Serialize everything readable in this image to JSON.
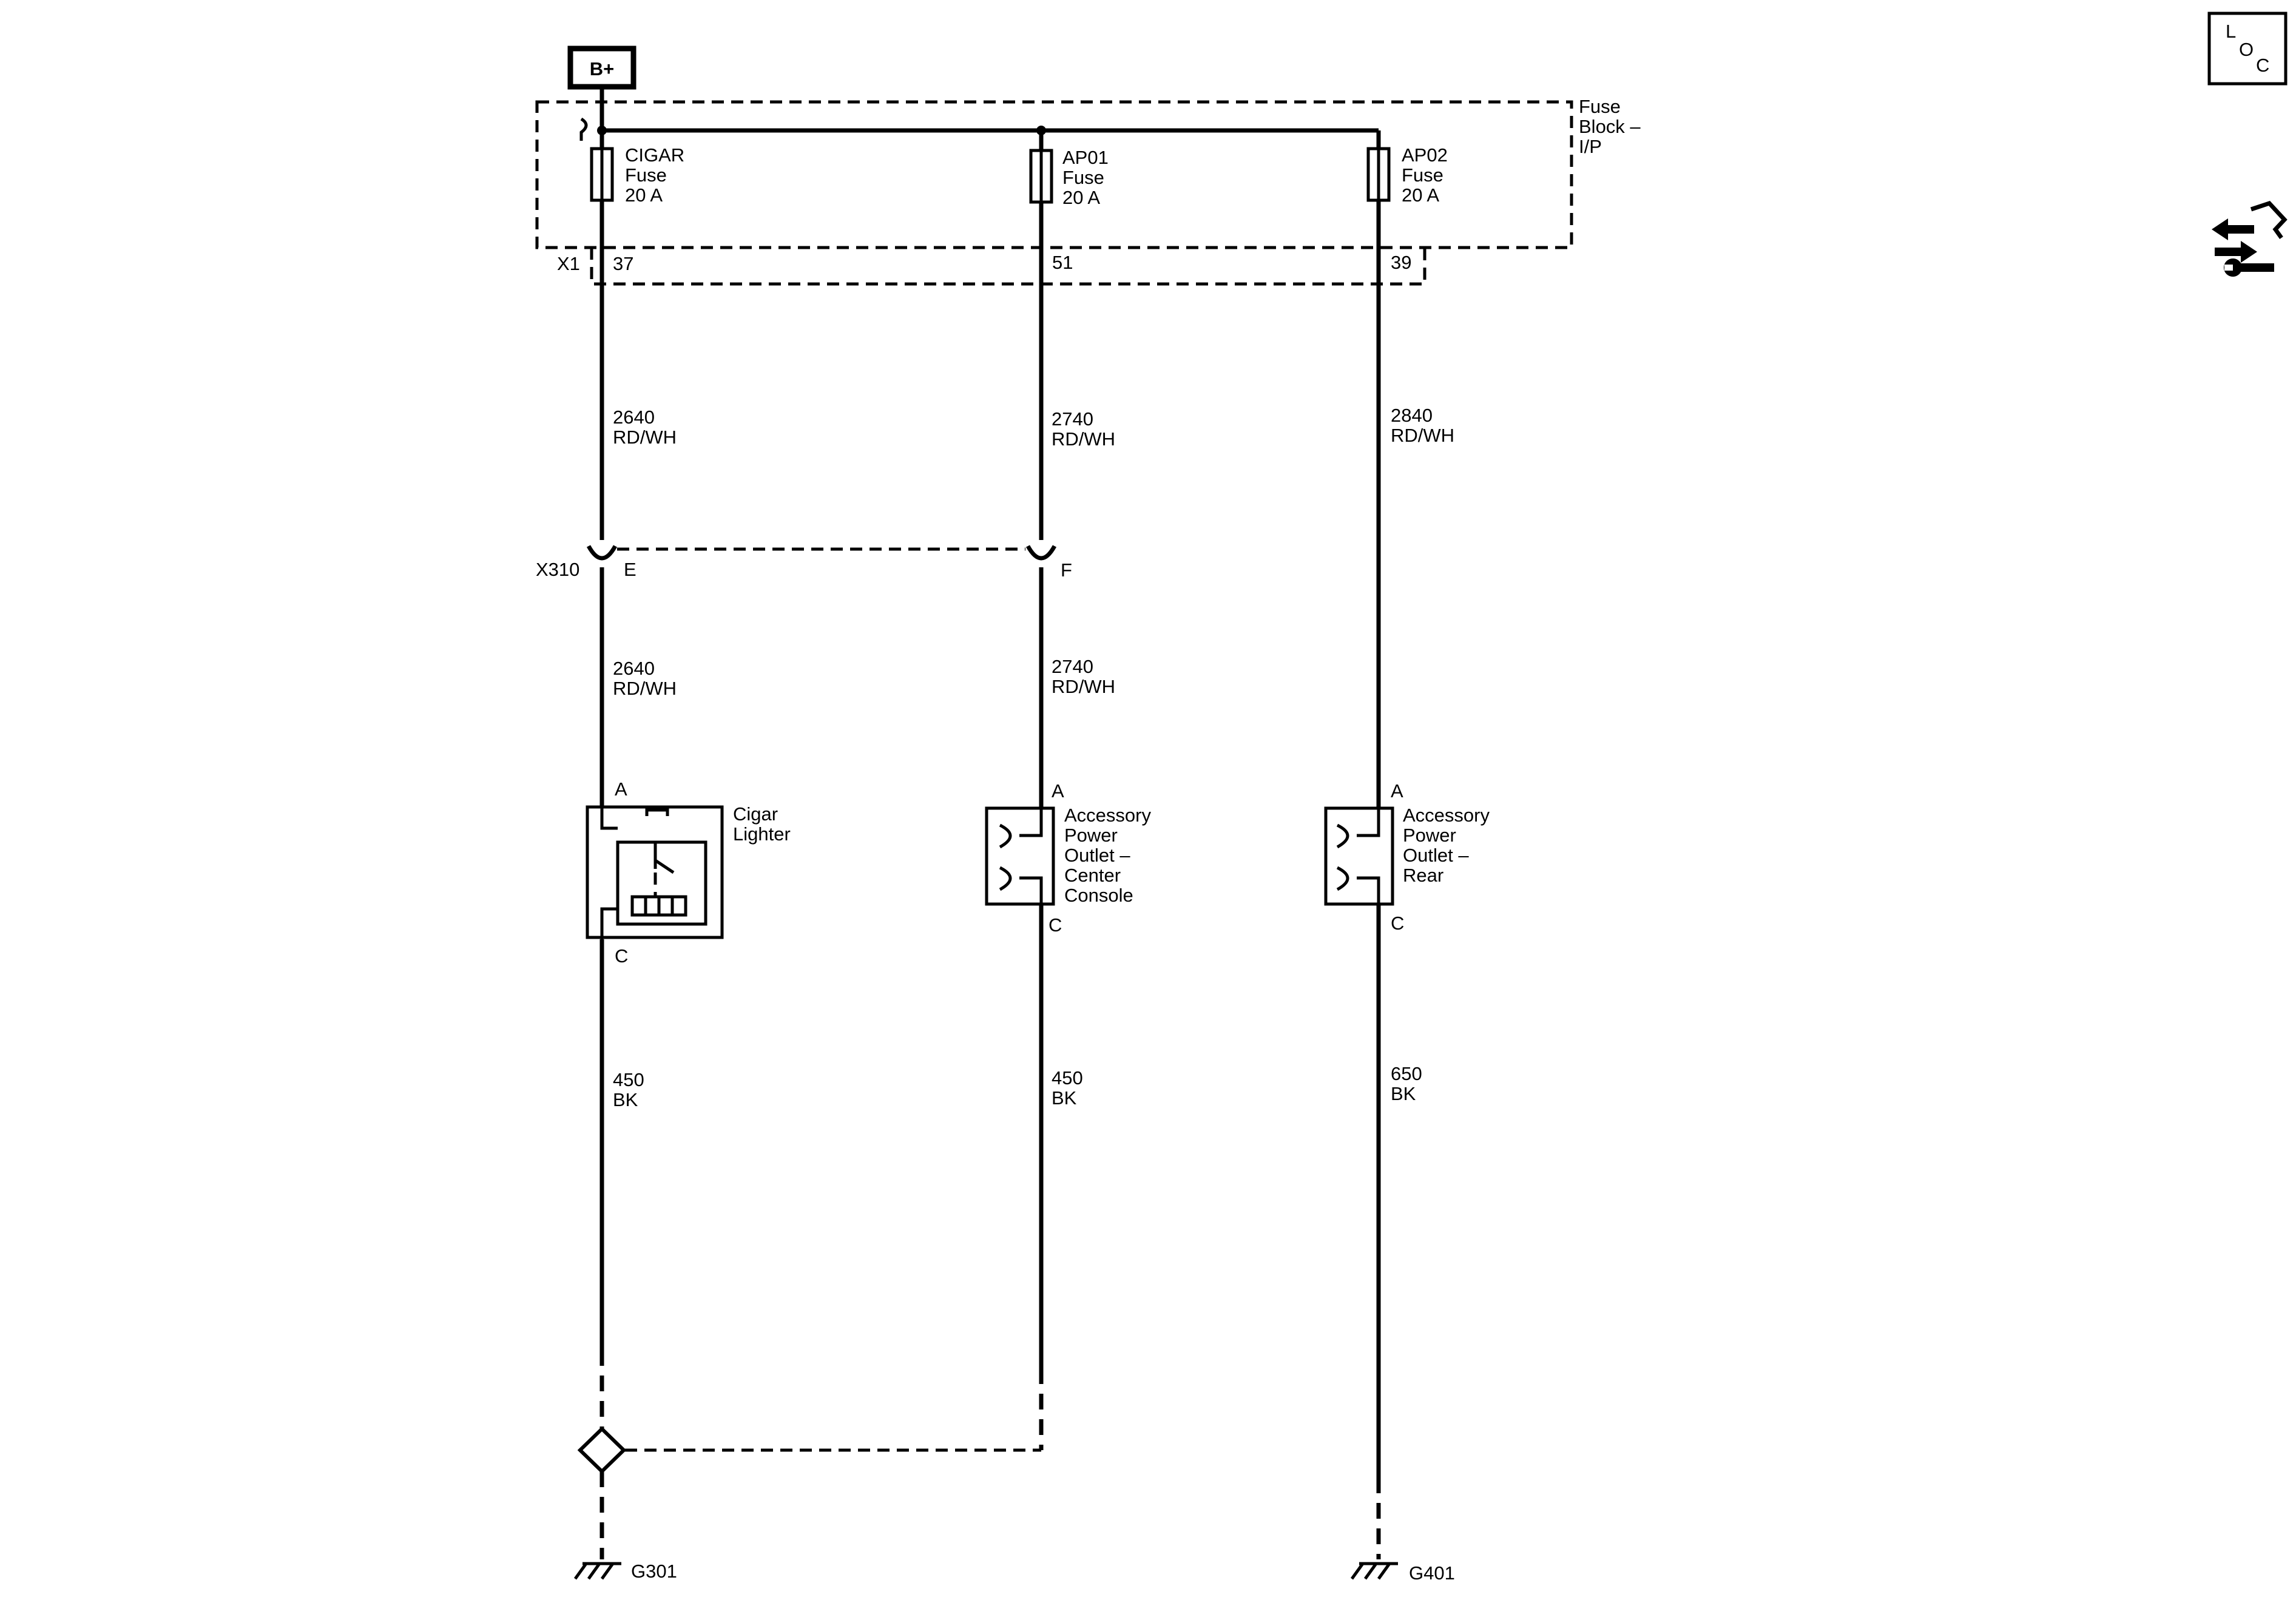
{
  "power_source": {
    "label": "B+"
  },
  "fuse_block": {
    "name_lines": [
      "Fuse",
      "Block –",
      "I/P"
    ],
    "connector": "X1"
  },
  "fuses": [
    {
      "lines": [
        "CIGAR",
        "Fuse",
        "20 A"
      ],
      "pin": "37"
    },
    {
      "lines": [
        "AP01",
        "Fuse",
        "20 A"
      ],
      "pin": "51"
    },
    {
      "lines": [
        "AP02",
        "Fuse",
        "20 A"
      ],
      "pin": "39"
    }
  ],
  "inline_connector": {
    "name": "X310",
    "pins": [
      "E",
      "F"
    ]
  },
  "wires": {
    "upper": [
      {
        "circuit": "2640",
        "color": "RD/WH"
      },
      {
        "circuit": "2740",
        "color": "RD/WH"
      },
      {
        "circuit": "2840",
        "color": "RD/WH"
      }
    ],
    "middle": [
      {
        "circuit": "2640",
        "color": "RD/WH"
      },
      {
        "circuit": "2740",
        "color": "RD/WH"
      }
    ],
    "lower": [
      {
        "circuit": "450",
        "color": "BK"
      },
      {
        "circuit": "450",
        "color": "BK"
      },
      {
        "circuit": "650",
        "color": "BK"
      }
    ]
  },
  "components": [
    {
      "lines": [
        "Cigar",
        "Lighter"
      ],
      "pin_top": "A",
      "pin_bottom": "C"
    },
    {
      "lines": [
        "Accessory",
        "Power",
        "Outlet –",
        "Center",
        "Console"
      ],
      "pin_top": "A",
      "pin_bottom": "C"
    },
    {
      "lines": [
        "Accessory",
        "Power",
        "Outlet –",
        "Rear"
      ],
      "pin_top": "A",
      "pin_bottom": "C"
    }
  ],
  "grounds": [
    "G301",
    "G401"
  ],
  "corner_icons": {
    "loc_letters": [
      "L",
      "O",
      "C"
    ],
    "loc_icon": "location-icon",
    "service_icon": "arrows-wrench-icon"
  }
}
